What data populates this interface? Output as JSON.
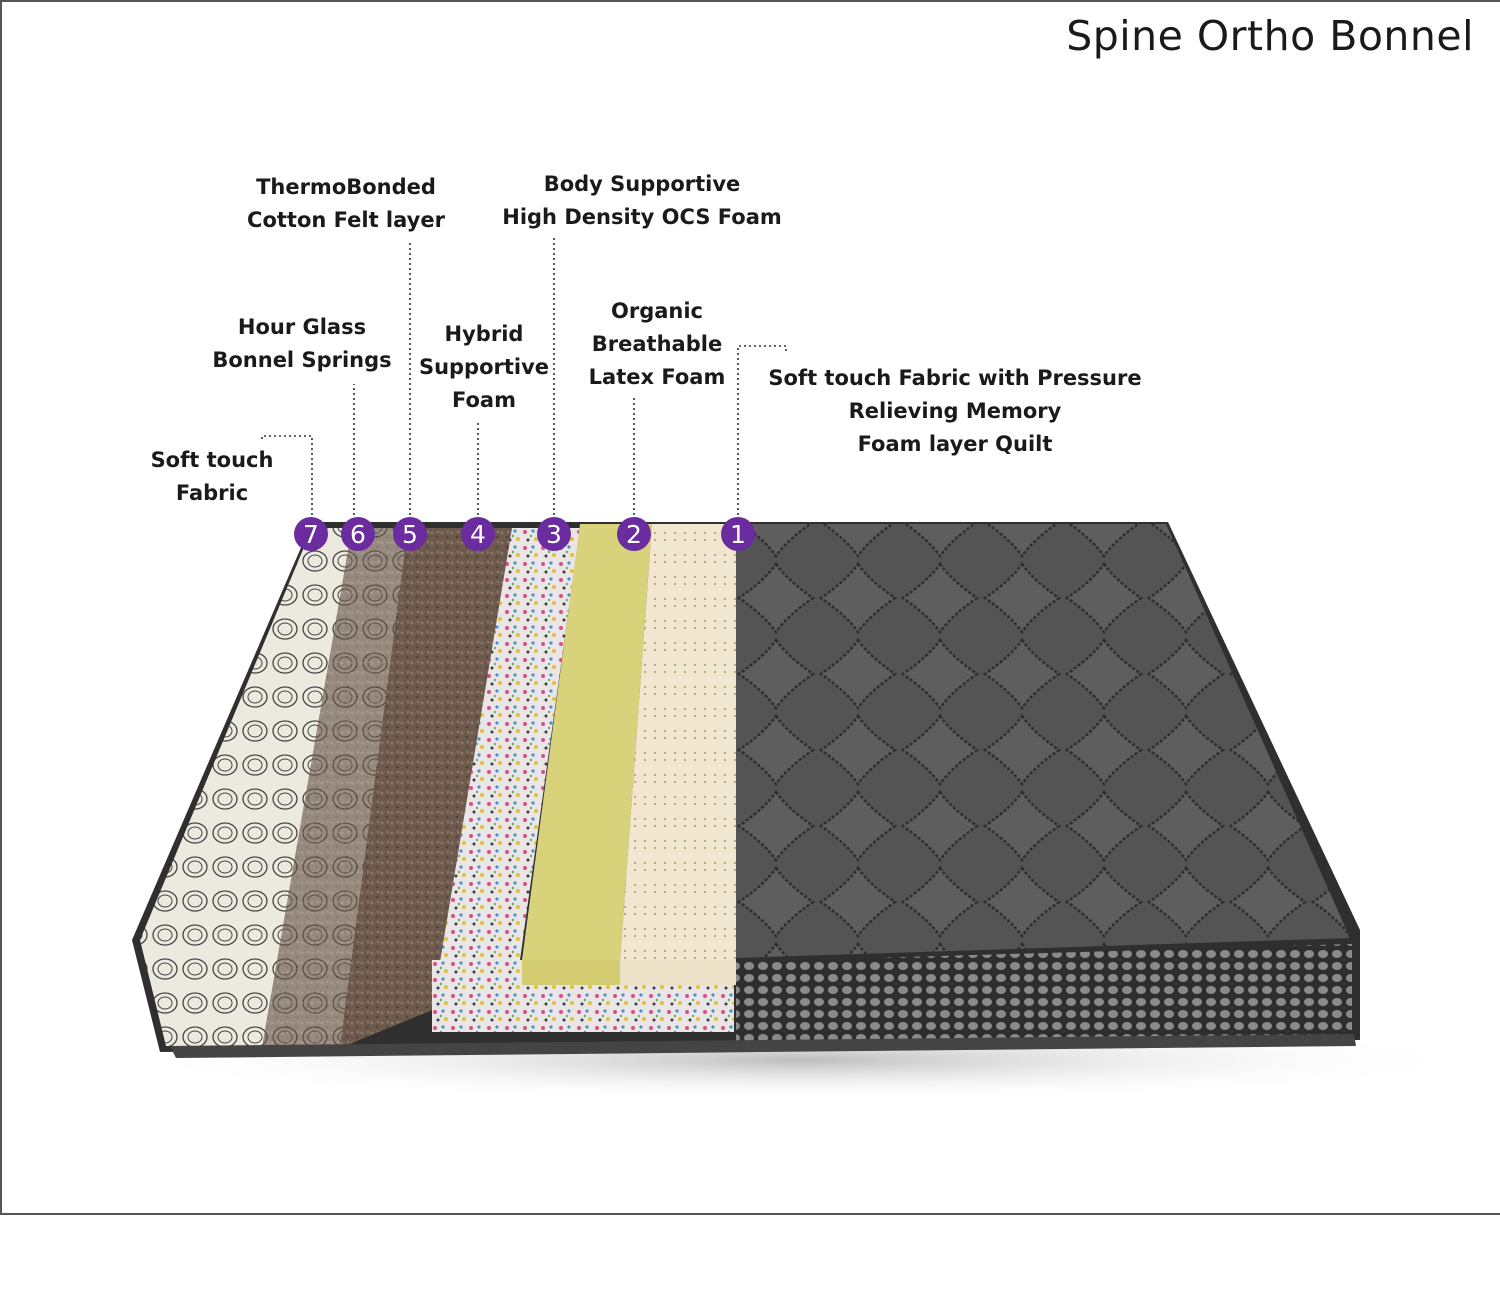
{
  "title": "Spine Ortho Bonnel",
  "colors": {
    "badge": "#6a2c9e",
    "leader_line": "#333333",
    "quilt_fabric": "#505050",
    "latex_foam": "#f1e6cf",
    "ocs_foam": "#d8d27a",
    "felt": "#6e5a4d",
    "border_tape": "#333333"
  },
  "layers": [
    {
      "number": "1",
      "lines": [
        "Soft touch Fabric with Pressure",
        "Relieving Memory",
        "Foam layer Quilt"
      ]
    },
    {
      "number": "2",
      "lines": [
        "Organic",
        "Breathable",
        "Latex Foam"
      ]
    },
    {
      "number": "3",
      "lines": [
        "Body Supportive",
        "High Density OCS Foam"
      ]
    },
    {
      "number": "4",
      "lines": [
        "Hybrid",
        "Supportive",
        "Foam"
      ]
    },
    {
      "number": "5",
      "lines": [
        "ThermoBonded",
        "Cotton Felt layer"
      ]
    },
    {
      "number": "6",
      "lines": [
        "Hour Glass",
        "Bonnel Springs"
      ]
    },
    {
      "number": "7",
      "lines": [
        "Soft touch",
        "Fabric"
      ]
    }
  ]
}
